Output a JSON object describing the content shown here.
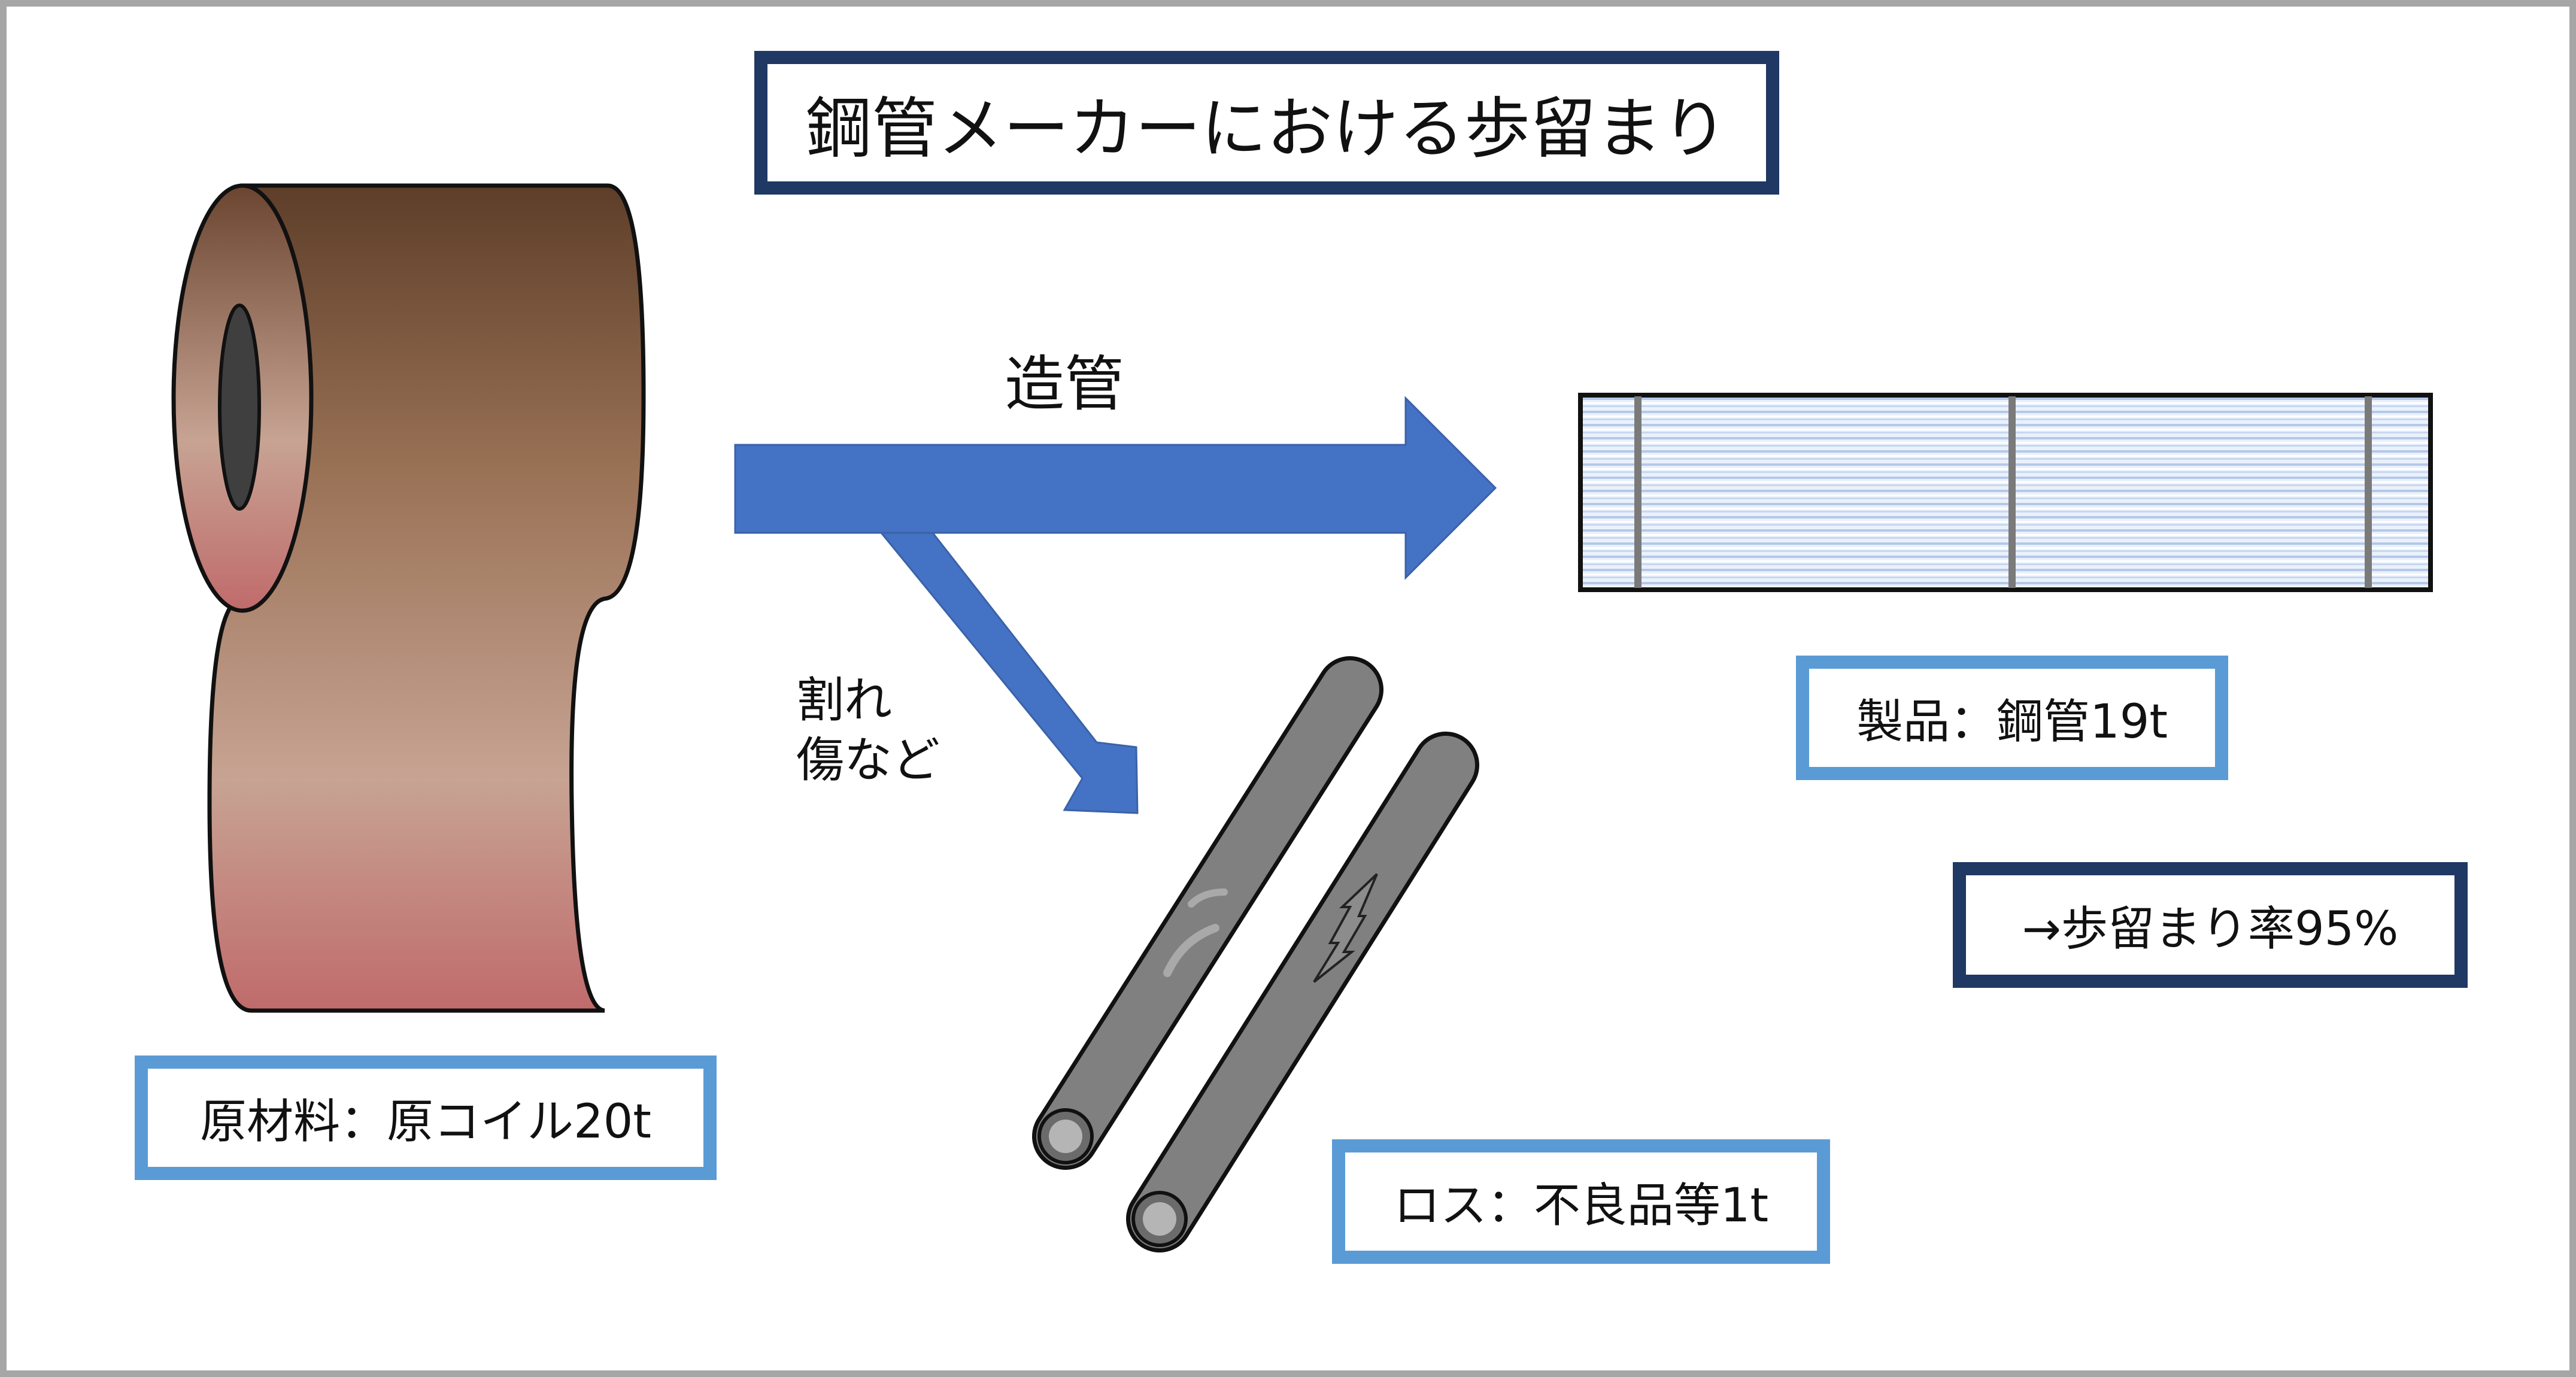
{
  "title": "鋼管メーカーにおける歩留まり",
  "process_label": "造管",
  "loss_cause": [
    "割れ",
    "傷など"
  ],
  "product_label": "製品：鋼管19t",
  "yield_label": "→歩留まり率95%",
  "material_label": "原材料：原コイル20t",
  "loss_label": "ロス：不良品等1t",
  "colors": {
    "title_border": "#1f3864",
    "label_border": "#5b9bd5",
    "arrow": "#4472c4",
    "coil": "#7b5035",
    "pipe": "#808080",
    "frame": "#a6a6a6"
  },
  "icons": [
    "steel-coil",
    "pipe-bundle",
    "defective-pipe",
    "crack"
  ]
}
